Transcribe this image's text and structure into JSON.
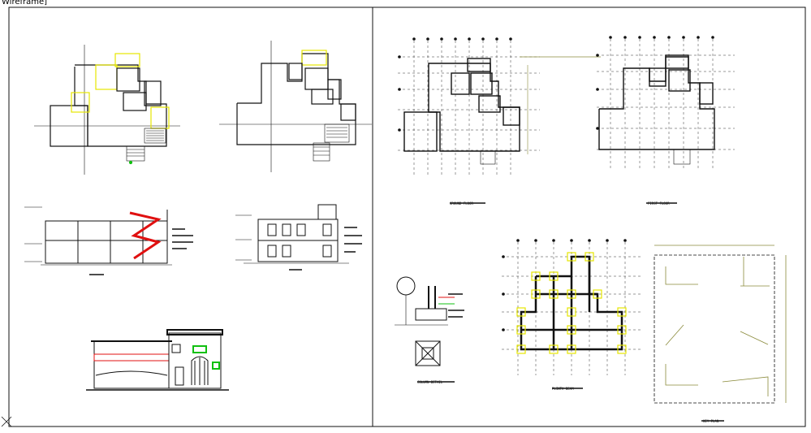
{
  "viewport": {
    "label": "Wireframe]"
  },
  "drawing_titles": {
    "ground_floor": "GROUND FLOOR",
    "first_floor": "FIRST FLOOR",
    "plinth_beam": "PLINTH BEAM",
    "key_plan": "KEY PLAN",
    "column_detail": "COLUMN DETAIL"
  },
  "colors": {
    "linework": "#111111",
    "olive": "#8a8a3a",
    "yellow": "#e6e600",
    "red": "#e01010",
    "green": "#10c010",
    "grid": "#333333"
  }
}
